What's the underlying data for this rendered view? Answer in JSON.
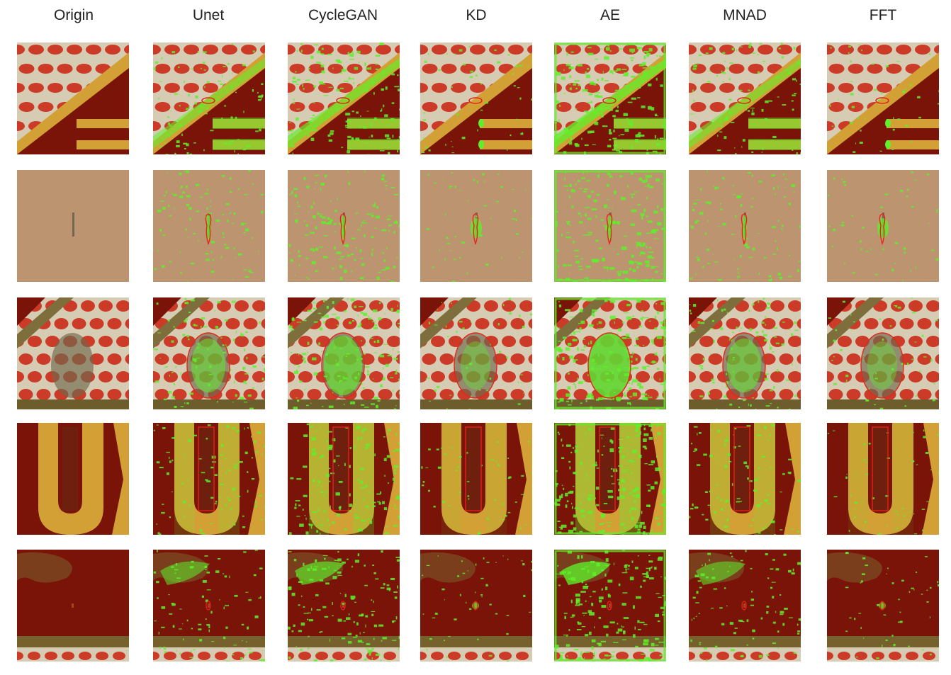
{
  "columns": [
    {
      "key": "origin",
      "label": "Origin"
    },
    {
      "key": "unet",
      "label": "Unet"
    },
    {
      "key": "cyclegan",
      "label": "CycleGAN"
    },
    {
      "key": "kd",
      "label": "KD"
    },
    {
      "key": "ae",
      "label": "AE"
    },
    {
      "key": "mnad",
      "label": "MNAD"
    },
    {
      "key": "fft",
      "label": "FFT"
    }
  ],
  "rows": [
    {
      "key": "diagonal-trace-dots",
      "scene": "diagonal"
    },
    {
      "key": "plain-surface-scratch",
      "scene": "plain"
    },
    {
      "key": "dot-grid-stain",
      "scene": "stain"
    },
    {
      "key": "letter-u-trace",
      "scene": "letters"
    },
    {
      "key": "dark-board-residue",
      "scene": "dark"
    }
  ],
  "colors": {
    "board_red": "#7a1408",
    "dot_red": "#cc3a28",
    "trace_gold": "#d3a035",
    "silk_cream": "#d6ccb4",
    "plain_tan": "#bd9470",
    "detection_green": "#5ef02a",
    "contour_red": "#e8241a"
  },
  "highlight_level": {
    "origin": 0,
    "unet": 2,
    "cyclegan": 3,
    "kd": 1,
    "ae": 4,
    "mnad": 2,
    "fft": 1
  }
}
